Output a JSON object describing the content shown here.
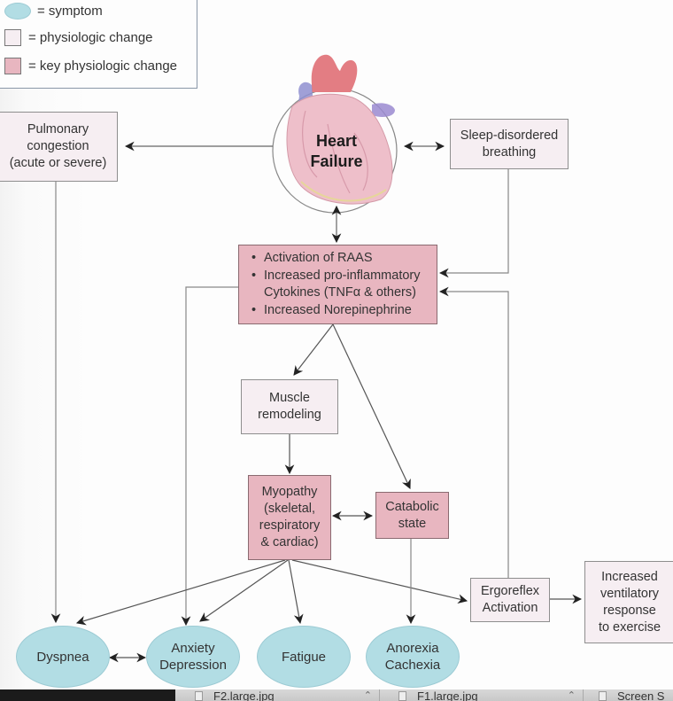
{
  "legend": {
    "items": [
      {
        "icon": "symptom-ellipse-icon",
        "label": "= symptom"
      },
      {
        "icon": "physiologic-change-box-icon",
        "label": "= physiologic change"
      },
      {
        "icon": "key-physiologic-change-box-icon",
        "label": "= key physiologic change"
      }
    ]
  },
  "center": {
    "line1": "Heart",
    "line2": "Failure"
  },
  "nodes": {
    "pulmonary": {
      "lines": [
        "Pulmonary",
        "congestion",
        "(acute or severe)"
      ],
      "type": "physiologic change"
    },
    "sleep": {
      "lines": [
        "Sleep-disordered",
        "breathing"
      ],
      "type": "physiologic change"
    },
    "raas": {
      "type": "key physiologic change",
      "bullets": [
        "Activation of RAAS",
        "Increased pro-inflammatory",
        "Cytokines (TNFα & others)",
        "Increased Norepinephrine"
      ]
    },
    "muscle": {
      "lines": [
        "Muscle",
        "remodeling"
      ],
      "type": "physiologic change"
    },
    "myopathy": {
      "lines": [
        "Myopathy",
        "(skeletal,",
        "respiratory",
        "& cardiac)"
      ],
      "type": "key physiologic change"
    },
    "catabolic": {
      "lines": [
        "Catabolic",
        "state"
      ],
      "type": "key physiologic change"
    },
    "ergoreflex": {
      "lines": [
        "Ergoreflex",
        "Activation"
      ],
      "type": "physiologic change"
    },
    "ventilatory": {
      "lines": [
        "Increased",
        "ventilatory",
        "response",
        "to exercise"
      ],
      "type": "physiologic change"
    },
    "dyspnea": {
      "lines": [
        "Dyspnea"
      ],
      "type": "symptom"
    },
    "anxiety": {
      "lines": [
        "Anxiety",
        "Depression"
      ],
      "type": "symptom"
    },
    "fatigue": {
      "lines": [
        "Fatigue"
      ],
      "type": "symptom"
    },
    "anorexia": {
      "lines": [
        "Anorexia",
        "Cachexia"
      ],
      "type": "symptom"
    }
  },
  "edges": [
    {
      "from": "heart-failure",
      "to": "pulmonary",
      "kind": "one-way"
    },
    {
      "from": "heart-failure",
      "to": "sleep",
      "kind": "two-way"
    },
    {
      "from": "heart-failure",
      "to": "raas",
      "kind": "two-way"
    },
    {
      "from": "sleep",
      "to": "raas",
      "kind": "one-way"
    },
    {
      "from": "ergoreflex",
      "to": "raas",
      "kind": "one-way"
    },
    {
      "from": "raas",
      "to": "muscle",
      "kind": "one-way"
    },
    {
      "from": "raas",
      "to": "catabolic",
      "kind": "one-way"
    },
    {
      "from": "raas",
      "to": "anxiety",
      "kind": "one-way"
    },
    {
      "from": "muscle",
      "to": "myopathy",
      "kind": "one-way"
    },
    {
      "from": "myopathy",
      "to": "catabolic",
      "kind": "two-way"
    },
    {
      "from": "pulmonary",
      "to": "dyspnea",
      "kind": "one-way"
    },
    {
      "from": "myopathy",
      "to": "dyspnea",
      "kind": "one-way"
    },
    {
      "from": "myopathy",
      "to": "anxiety",
      "kind": "one-way"
    },
    {
      "from": "myopathy",
      "to": "fatigue",
      "kind": "one-way"
    },
    {
      "from": "myopathy",
      "to": "ergoreflex",
      "kind": "one-way"
    },
    {
      "from": "catabolic",
      "to": "anorexia",
      "kind": "one-way"
    },
    {
      "from": "ergoreflex",
      "to": "ventilatory",
      "kind": "one-way"
    },
    {
      "from": "dyspnea",
      "to": "anxiety",
      "kind": "two-way"
    }
  ],
  "colors": {
    "symptom": "#b2dde4",
    "physiologic_change": "#f6eef2",
    "key_physiologic_change": "#e8b6c0",
    "line": "#555555"
  },
  "download_bar": {
    "items": [
      {
        "name": "F2.large.jpg"
      },
      {
        "name": "F1.large.jpg"
      },
      {
        "name": "Screen S"
      }
    ]
  }
}
